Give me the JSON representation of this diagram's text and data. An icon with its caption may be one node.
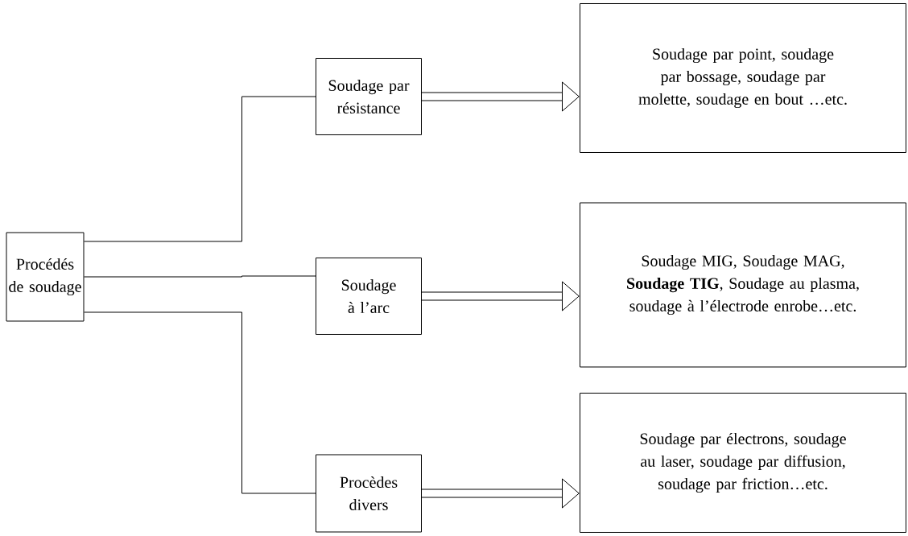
{
  "diagram": {
    "nodes": [
      {
        "text": [
          "Procédés de soudage"
        ]
      },
      {
        "text": [
          "Soudage par résistance"
        ]
      },
      {
        "text": [
          "Soudage à l’arc"
        ]
      },
      {
        "text": [
          "Procèdes divers"
        ]
      },
      {
        "text": [
          "Soudage par point, soudage par bossage, soudage par molette, soudage en bout …etc."
        ]
      },
      {
        "text": [
          "Soudage MIG, Soudage MAG,  **Soudage TIG**, Soudage au plasma, soudage à l’électrode enrobe…etc."
        ]
      },
      {
        "text": [
          "Soudage par électrons, soudage au laser, soudage par diffusion, soudage par friction…etc."
        ]
      }
    ],
    "edges": [
      {
        "from": 0,
        "to": 1,
        "arrow": "none"
      },
      {
        "from": 0,
        "to": 2,
        "arrow": "none"
      },
      {
        "from": 0,
        "to": 3,
        "arrow": "none"
      },
      {
        "from": 1,
        "to": 4,
        "arrow": "to",
        "style": "thick"
      },
      {
        "from": 2,
        "to": 5,
        "arrow": "to",
        "style": "thick"
      },
      {
        "from": 3,
        "to": 6,
        "arrow": "to",
        "style": "thick"
      }
    ]
  }
}
